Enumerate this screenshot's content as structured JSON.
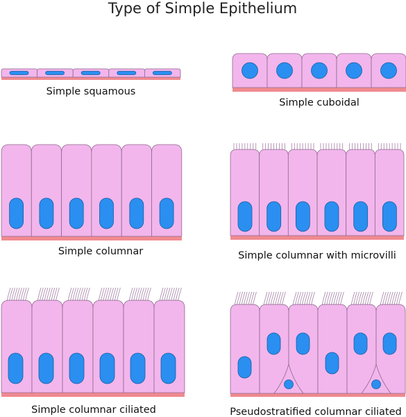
{
  "title": "Type of Simple Epithelium",
  "panels": {
    "squamous": {
      "label": "Simple squamous"
    },
    "cuboidal": {
      "label": "Simple cuboidal"
    },
    "columnar": {
      "label": "Simple columnar"
    },
    "microvilli": {
      "label": "Simple columnar with microvilli"
    },
    "ciliated": {
      "label": "Simple columnar ciliated"
    },
    "pseudo": {
      "label": "Pseudostratified columnar ciliated"
    }
  },
  "colors": {
    "cell_fill": "#f2b6ec",
    "cell_stroke": "#8f6a8d",
    "nucleus_fill": "#2a8ff0",
    "basement_membrane": "#f08a90"
  }
}
